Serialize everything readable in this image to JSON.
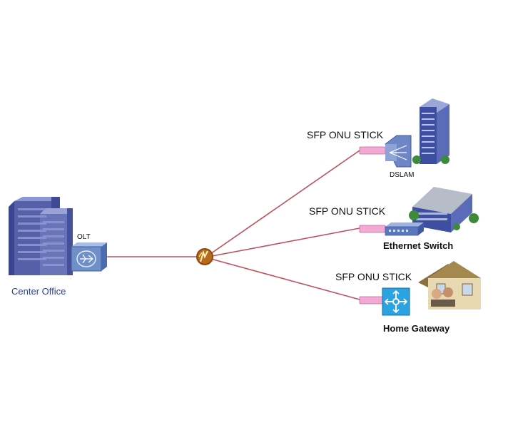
{
  "diagram": {
    "center_office": {
      "label": "Center Office"
    },
    "olt": {
      "label": "OLT"
    },
    "splitter": {
      "icon": "splitter-icon"
    },
    "branches": [
      {
        "module_label": "SFP ONU STICK",
        "device_label": "DSLAM",
        "device_icon": "dslam-icon"
      },
      {
        "module_label": "SFP ONU STICK",
        "device_label": "Ethernet Switch",
        "device_icon": "switch-icon"
      },
      {
        "module_label": "SFP ONU STICK",
        "device_label": "Home Gateway",
        "device_icon": "gateway-icon"
      }
    ],
    "colors": {
      "fiber": "#c0505e",
      "sfp_module": "#f2a9d4",
      "building": "#5560a8",
      "olt_box": "#6f8fc8",
      "splitter": "#8a4a10",
      "gateway": "#2aa3e0"
    }
  }
}
